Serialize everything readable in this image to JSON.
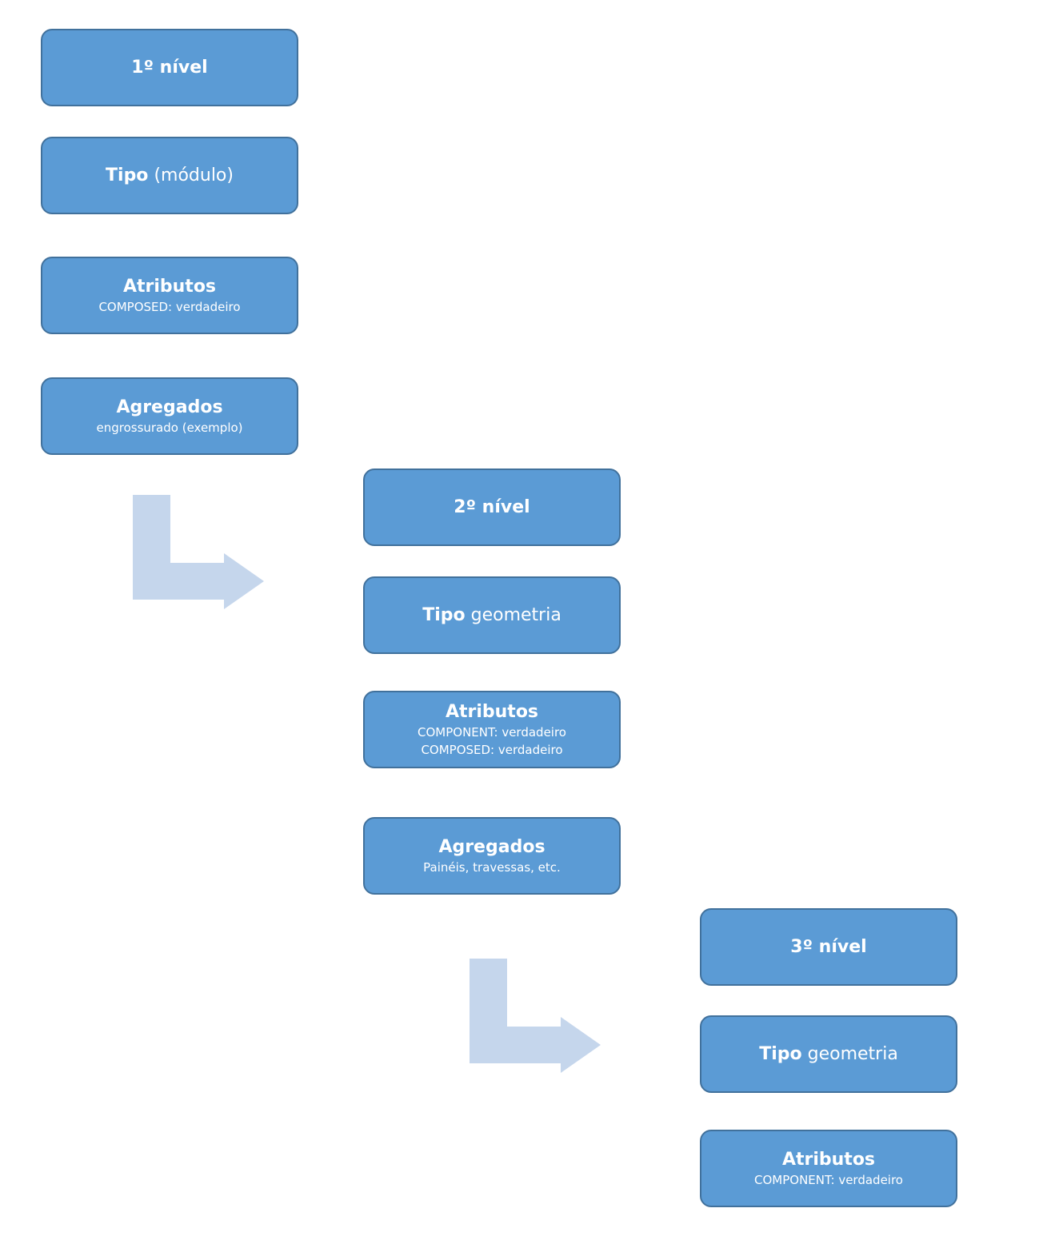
{
  "levels": [
    {
      "header": "1º nível",
      "tipo": {
        "bold": "Tipo",
        "rest": "(módulo)"
      },
      "atributos": {
        "title": "Atributos",
        "lines": [
          "COMPOSED: verdadeiro"
        ]
      },
      "agregados": {
        "title": "Agregados",
        "lines": [
          "engrossurado (exemplo)"
        ]
      }
    },
    {
      "header": "2º nível",
      "tipo": {
        "bold": "Tipo",
        "rest": "geometria"
      },
      "atributos": {
        "title": "Atributos",
        "lines": [
          "COMPONENT: verdadeiro",
          "COMPOSED: verdadeiro"
        ]
      },
      "agregados": {
        "title": "Agregados",
        "lines": [
          "Painéis, travessas, etc."
        ]
      }
    },
    {
      "header": "3º nível",
      "tipo": {
        "bold": "Tipo",
        "rest": "geometria"
      },
      "atributos": {
        "title": "Atributos",
        "lines": [
          "COMPONENT: verdadeiro"
        ]
      }
    }
  ],
  "colors": {
    "box_fill": "#5b9bd5",
    "box_border": "#41719c",
    "arrow_fill": "#c5d6ec",
    "text": "#ffffff"
  }
}
